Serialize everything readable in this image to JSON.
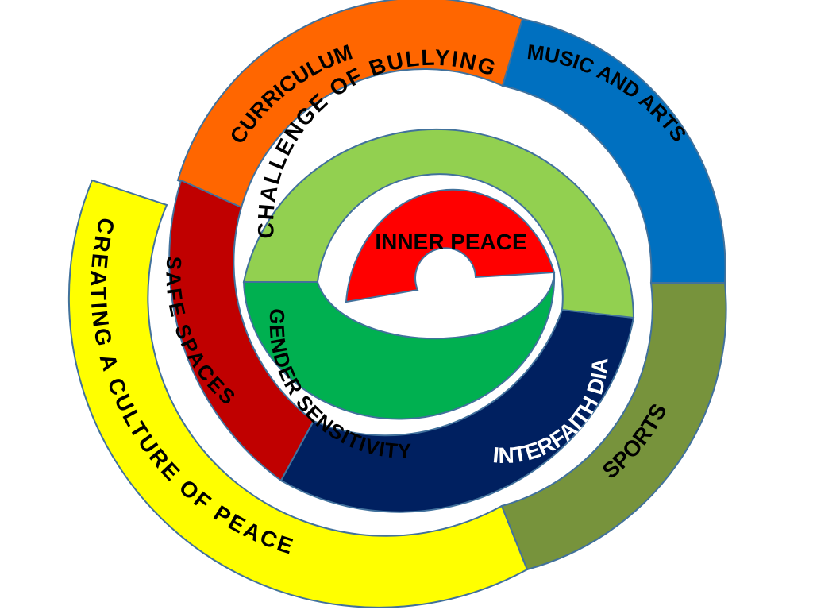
{
  "diagram": {
    "center_label": "INNER PEACE",
    "segments": [
      {
        "id": "inner-peace",
        "label": "",
        "fill": "#ff0000",
        "text_color": "#000000"
      },
      {
        "id": "gender-sensitivity",
        "label": "GENDER SENSITIVITY",
        "fill": "#00b050",
        "text_color": "#000000"
      },
      {
        "id": "challenge-of-bullying",
        "label": "CHALLENGE OF BULLYING",
        "fill": "#92d050",
        "text_color": "#000000"
      },
      {
        "id": "interfaith-dialogue",
        "label": "INTERFAITH DIALOGUE",
        "fill": "#002060",
        "text_color": "#ffffff"
      },
      {
        "id": "safe-spaces",
        "label": "SAFE SPACES",
        "fill": "#c00000",
        "text_color": "#000000"
      },
      {
        "id": "curriculum",
        "label": "CURRICULUM",
        "fill": "#ff6600",
        "text_color": "#000000"
      },
      {
        "id": "music-and-arts",
        "label": "MUSIC AND ARTS",
        "fill": "#0070c0",
        "text_color": "#000000"
      },
      {
        "id": "sports",
        "label": "SPORTS",
        "fill": "#77933c",
        "text_color": "#000000"
      },
      {
        "id": "creating-a-culture-of-peace",
        "label": "CREATING A CULTURE OF PEACE",
        "fill": "#ffff00",
        "text_color": "#000000"
      }
    ]
  }
}
